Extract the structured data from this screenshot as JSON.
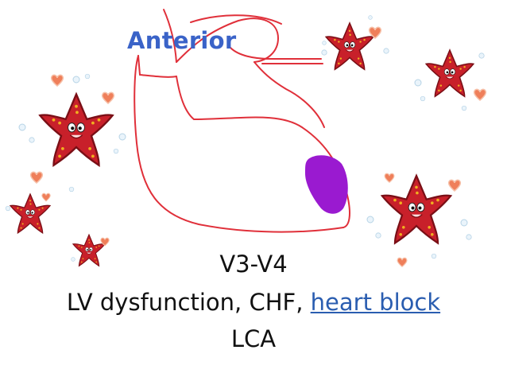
{
  "slide": {
    "heading": "Anterior",
    "lines": {
      "leads": "V3-V4",
      "complications_text": "LV dysfunction, CHF,",
      "complications_link": "heart block",
      "artery": "LCA"
    }
  },
  "colors": {
    "heading": "#3a63c8",
    "heart_outline": "#e0303a",
    "infarct": "#9a1ad0",
    "link": "#2a5db0",
    "starfish": "#c8202a",
    "starfish_spots": "#f0b020"
  },
  "decorations": [
    "starfish-icon",
    "heart-icon",
    "bubble-icon"
  ]
}
